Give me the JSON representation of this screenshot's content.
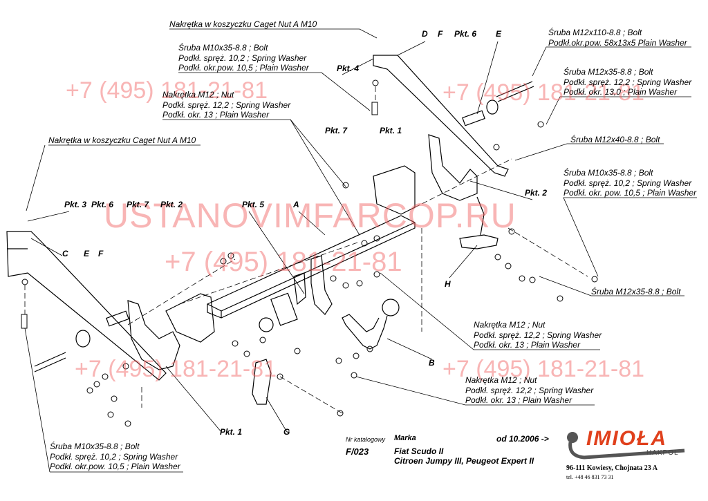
{
  "callouts": {
    "cage_nut_top": [
      "Nakrętka w koszyczku Caget Nut A M10"
    ],
    "bolt_m10_top": [
      "Śruba M10x35-8.8 ;  Bolt",
      "Podkł. spręż. 10,2 ; Spring Washer",
      "Podkł. okr.pow.  10,5 ; Plain Washer"
    ],
    "nut_m12_top": [
      "Nakrętka  M12 ; Nut",
      "Podkł. spręż. 12,2 ; Spring Washer",
      "Podkł. okr. 13 ; Plain Washer"
    ],
    "cage_nut_left": [
      "Nakrętka w koszyczku Caget Nut A M10"
    ],
    "bolt_m12x110": [
      "Śruba M12x110-8.8 ;  Bolt",
      "Podkł.okr.pow. 58x13x5  Plain Washer"
    ],
    "bolt_m12x35_top": [
      "Śruba M12x35-8.8 ;  Bolt",
      "Podkł. spręż. 12,2 ; Spring Washer",
      "Podkł. okr.  13,0 ; Plain Washer"
    ],
    "bolt_m12x40": [
      "Śruba M12x40-8.8 ;  Bolt"
    ],
    "bolt_m10_right": [
      "Śruba M10x35-8.8 ;  Bolt",
      "Podkł. spręż. 10,2 ; Spring Washer",
      "Podkł. okr. pow. 10,5 ; Plain Washer"
    ],
    "bolt_m12x35_right": [
      "Śruba M12x35-8.8 ;  Bolt"
    ],
    "nut_m12_mid": [
      "Nakrętka  M12 ; Nut",
      "Podkł. spręż. 12,2 ; Spring Washer",
      "Podkł. okr. 13 ; Plain Washer"
    ],
    "nut_m12_low": [
      "Nakrętka  M12 ; Nut",
      "Podkł. spręż. 12,2 ; Spring Washer",
      "Podkł. okr. 13 ; Plain Washer"
    ],
    "bolt_m10_bottom": [
      "Śruba M10x35-8.8 ;  Bolt",
      "Podkł. spręż. 10,2 ; Spring Washer",
      "Podkł. okr.pow.  10,5 ; Plain Washer"
    ]
  },
  "markers": {
    "pkt4": "Pkt. 4",
    "D": "D",
    "F_top": "F",
    "pkt6_top": "Pkt. 6",
    "E_top": "E",
    "pkt7_top": "Pkt. 7",
    "pkt1_top": "Pkt. 1",
    "pkt2_right": "Pkt. 2",
    "pkt3": "Pkt. 3",
    "pkt6_left": "Pkt. 6",
    "pkt7_left": "Pkt. 7",
    "pkt2_left": "Pkt. 2",
    "pkt5": "Pkt. 5",
    "A": "A",
    "C": "C",
    "E_left": "E",
    "F_left": "F",
    "H": "H",
    "B": "B",
    "pkt1_bottom": "Pkt. 1",
    "G": "G"
  },
  "title_block": {
    "catalog_label": "Nr katalogowy",
    "catalog_number": "F/023",
    "brand_label": "Marka",
    "model_line1": "Fiat Scudo II",
    "model_line2": "Citroen Jumpy III, Peugeot Expert II",
    "date": "od  10.2006 ->"
  },
  "logo": {
    "name": "IMIOŁA",
    "sub": "HAKPOL",
    "color": "#e0401c"
  },
  "address": {
    "line1": "96-111 Kowiesy, Chojnata 23 A",
    "line2": "tel. +48 46 831 73 31"
  },
  "watermarks": {
    "phone": "+7 (495) 181-21-81",
    "site": "USTANOVIMFARCOP.RU"
  }
}
